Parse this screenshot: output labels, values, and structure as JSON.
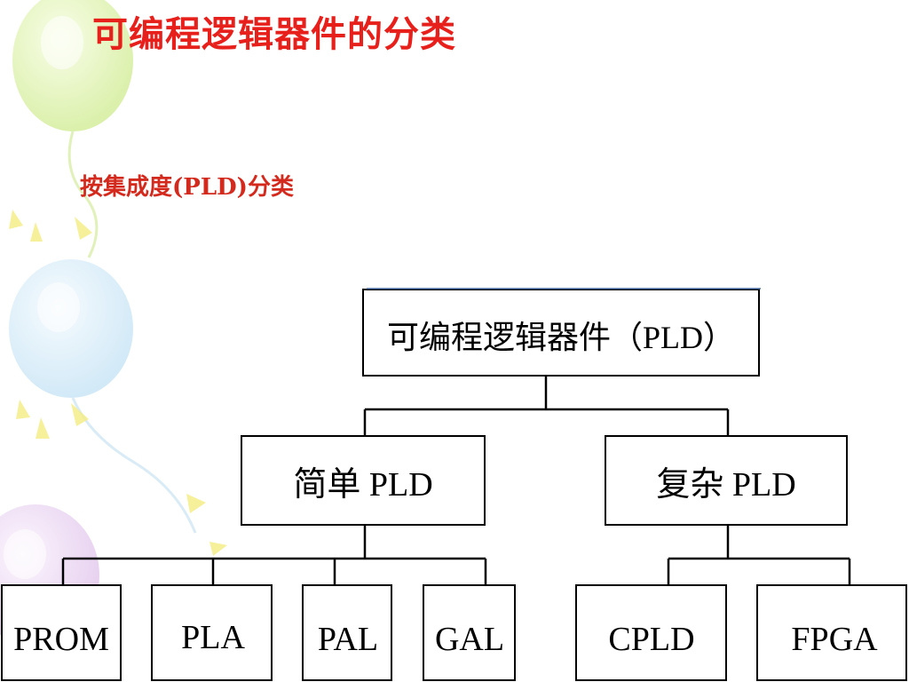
{
  "slide": {
    "title": "可编程逻辑器件的分类",
    "subtitle": "按集成度(PLD)分类"
  },
  "diagram": {
    "root": {
      "label": "可编程逻辑器件（PLD）"
    },
    "simple": {
      "label": "简单 PLD"
    },
    "complex": {
      "label": "复杂 PLD"
    },
    "leaves": {
      "prom": "PROM",
      "pla": "PLA",
      "pal": "PAL",
      "gal": "GAL",
      "cpld": "CPLD",
      "fpga": "FPGA"
    }
  },
  "colors": {
    "title": "#e8201c",
    "subtitle": "#d42a1e",
    "balloon_green": "#d8f0a0",
    "balloon_blue": "#cfe8f7",
    "balloon_purple": "#e3c9ee",
    "ray_yellow": "#f5ee8a"
  }
}
